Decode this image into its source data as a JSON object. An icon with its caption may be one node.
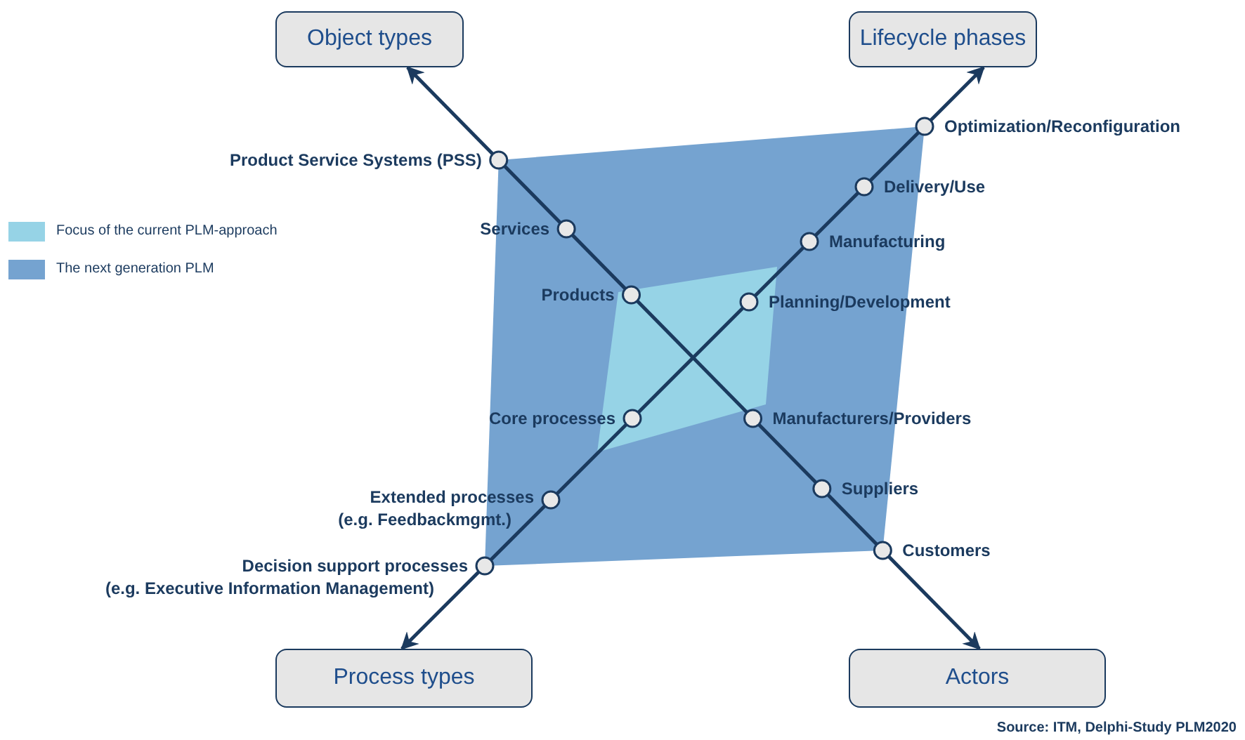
{
  "diagram": {
    "nodes": [
      {
        "text": [
          "Object types"
        ]
      },
      {
        "text": [
          "Lifecycle phases"
        ]
      },
      {
        "text": [
          "Process types"
        ]
      },
      {
        "text": [
          "Actors"
        ]
      }
    ],
    "edges": [
      {
        "from": 0,
        "to": 3,
        "arrow": "both"
      },
      {
        "from": 1,
        "to": 2,
        "arrow": "both"
      }
    ],
    "labels": [
      "Optimization/Reconfiguration",
      "Product Service Systems (PSS)",
      "Delivery/Use",
      "Services",
      "Manufacturing",
      "Products",
      "Planning/Development",
      "Core processes",
      "Manufacturers/Providers",
      "Suppliers",
      "Extended processes",
      "(e.g. Feedbackmgmt.)",
      "Customers",
      "Decision support processes",
      "(e.g. Executive Information Management)",
      "Source: ITM, Delphi-Study PLM2020"
    ],
    "legend": [
      {
        "text": "Focus of the current PLM-approach",
        "color": "#96d3e6"
      },
      {
        "text": "The next generation PLM",
        "color": "#75a3d0"
      }
    ]
  }
}
